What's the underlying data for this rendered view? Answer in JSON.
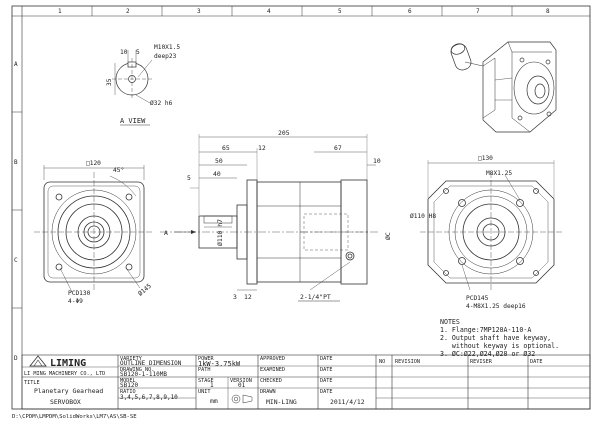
{
  "grid": {
    "columns": [
      "1",
      "2",
      "3",
      "4",
      "5",
      "6",
      "7",
      "8"
    ],
    "rows": [
      "A",
      "B",
      "C",
      "D"
    ]
  },
  "a_view": {
    "label": "A VIEW",
    "dim_10": "10",
    "dim_5": "5",
    "thread": "M10X1.5",
    "depth": "deep23",
    "dim_35": "35",
    "shaft": "Ø32 h6"
  },
  "front_view": {
    "d120": "□120",
    "angle": "45°",
    "pcd": "PCD130",
    "holes": "4-Φ9",
    "d145": "Ø145"
  },
  "side_view": {
    "total": "205",
    "d65": "65",
    "d12": "12",
    "d50": "50",
    "d40": "40",
    "d5": "5",
    "d67": "67",
    "d10": "10",
    "shaft_dia": "Ø110 h7",
    "a_mark": "A",
    "d3": "3",
    "d12b": "12",
    "pt": "2-1/4\"PT",
    "port": "ØC"
  },
  "rear_view": {
    "d130": "□130",
    "m8": "M8X1.25",
    "d110": "Ø110 H8",
    "pcd145": "PCD145",
    "m8_deep": "4-M8X1.25 deep16"
  },
  "notes": {
    "title": "NOTES",
    "line1": "1. Flange:7MP120A-110-A",
    "line2": "2. Output shaft have keyway,",
    "line3": "   without keyway is optional.",
    "line4": "3. ØC:Ø22,Ø24,Ø28 or Ø32"
  },
  "title_block": {
    "company": "LIMING",
    "company_full": "LI MING MACHINERY CO., LTD",
    "variety_label": "VARIETY",
    "variety_value": "OUTLINE DIMENSION",
    "power_label": "POWER",
    "power_value": "1kW-3.75kW",
    "approved_label": "APPROVED",
    "date_label": "DATE",
    "drawing_no_label": "DRAWING NO.",
    "drawing_no_value": "SB120-1-110MB",
    "path_label": "PATH",
    "examined_label": "EXAMINED",
    "title_label": "TITLE",
    "title_value1": "Planetary Gearhead",
    "title_value2": "SERVOBOX",
    "model_label": "MODEL",
    "model_value": "SB120",
    "stage_label": "STAGE",
    "stage_value": "1",
    "version_label": "VERSION",
    "version_value": "01",
    "checked_label": "CHECKED",
    "ratio_label": "RATIO",
    "ratio_value": "3,4,5,6,7,8,9,10",
    "unit_label": "UNIT",
    "unit_value": "mm",
    "drawn_label": "DRAWN",
    "drawn_value": "MIN-LING",
    "drawn_date": "2011/4/12",
    "no_label": "NO",
    "revision_label": "REVISION",
    "reviser_label": "REVISER"
  },
  "footer": {
    "path": "D:\\CPDM\\LMPDM\\SolidWorks\\LM7\\AS\\SB-SE"
  }
}
